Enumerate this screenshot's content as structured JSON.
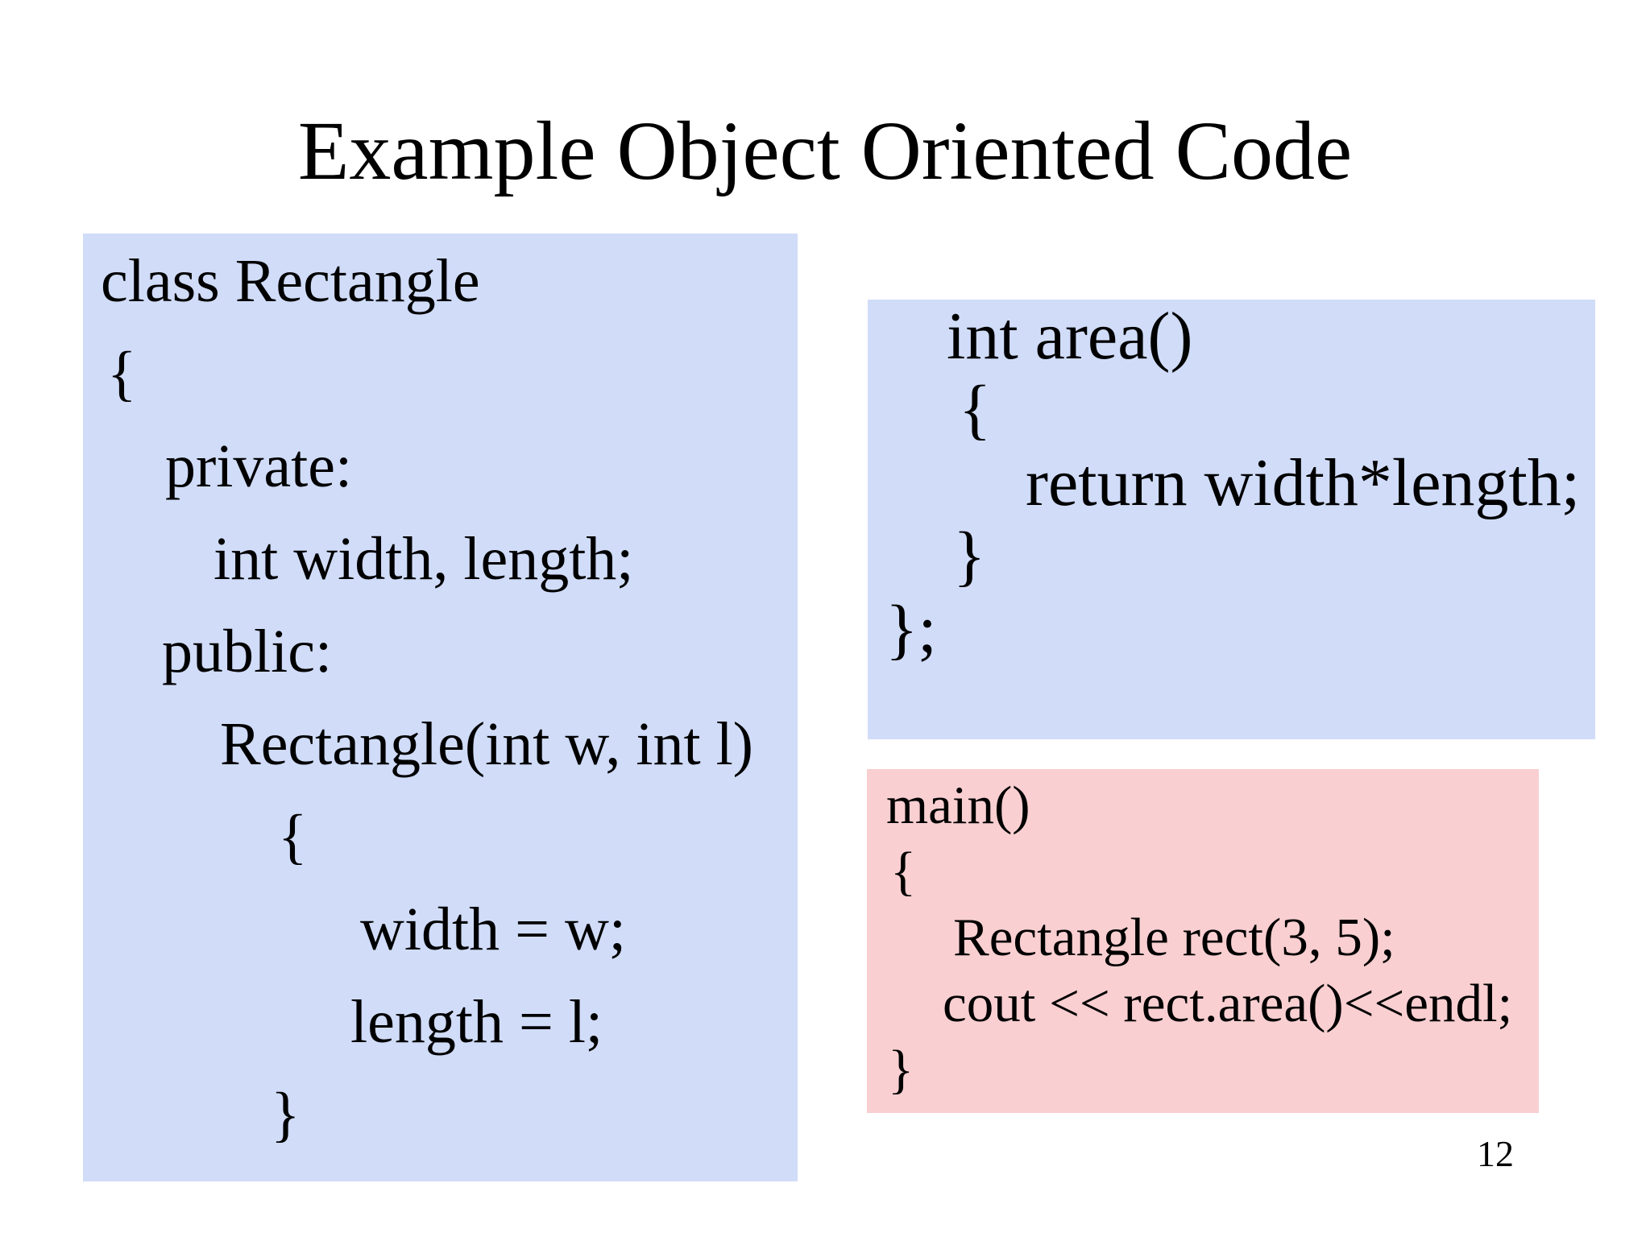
{
  "title": "Example Object Oriented Code",
  "page_number": "12",
  "colors": {
    "background": "#ffffff",
    "box_blue": "#d0dcf8",
    "box_pink": "#f9cfd1",
    "text": "#000000"
  },
  "boxes": {
    "class_rectangle": {
      "color": "#d0dcf8",
      "lines": [
        {
          "text": "class Rectangle",
          "indent": 22
        },
        {
          "text": "{",
          "indent": 30
        },
        {
          "text": "private:",
          "indent": 102
        },
        {
          "text": "int width, length;",
          "indent": 162
        },
        {
          "text": "public:",
          "indent": 98
        },
        {
          "text": "Rectangle(int w, int l)",
          "indent": 170
        },
        {
          "text": "{",
          "indent": 242
        },
        {
          "text": "width = w;",
          "indent": 344
        },
        {
          "text": "length = l;",
          "indent": 332
        },
        {
          "text": "}",
          "indent": 233
        }
      ]
    },
    "area_method": {
      "color": "#d0dcf8",
      "lines": [
        {
          "text": "int area()",
          "indent": 98
        },
        {
          "text": "{",
          "indent": 113
        },
        {
          "text": "return width*length;",
          "indent": 196
        },
        {
          "text": "}",
          "indent": 106
        },
        {
          "text": "};",
          "indent": 22
        }
      ]
    },
    "main_function": {
      "color": "#f9cfd1",
      "lines": [
        {
          "text": "main()",
          "indent": 24
        },
        {
          "text": "{",
          "indent": 29
        },
        {
          "text": "Rectangle rect(3, 5);",
          "indent": 107
        },
        {
          "text": "cout << rect.area()<<endl;",
          "indent": 94
        },
        {
          "text": "}",
          "indent": 26
        }
      ]
    }
  }
}
